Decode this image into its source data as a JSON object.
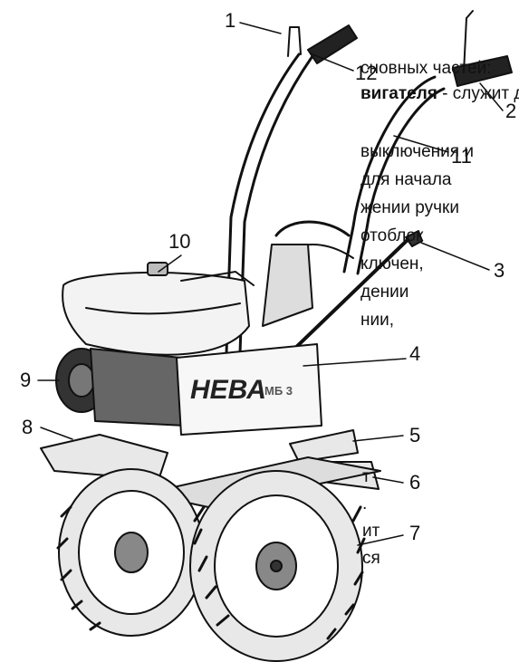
{
  "text_lines": [
    "сновных частей:",
    "вигателя",
    " - служит для",
    "выключения и",
    "для начала",
    "жении ручки",
    "отоблок",
    "ключен,",
    "дении",
    "нии,",
    "т",
    ".",
    "ит",
    "ся"
  ],
  "brand_text": "НЕВА",
  "model_text": "МБ 3",
  "callouts": [
    "1",
    "12",
    "2",
    "11",
    "10",
    "3",
    "4",
    "9",
    "8",
    "5",
    "6",
    "7"
  ]
}
